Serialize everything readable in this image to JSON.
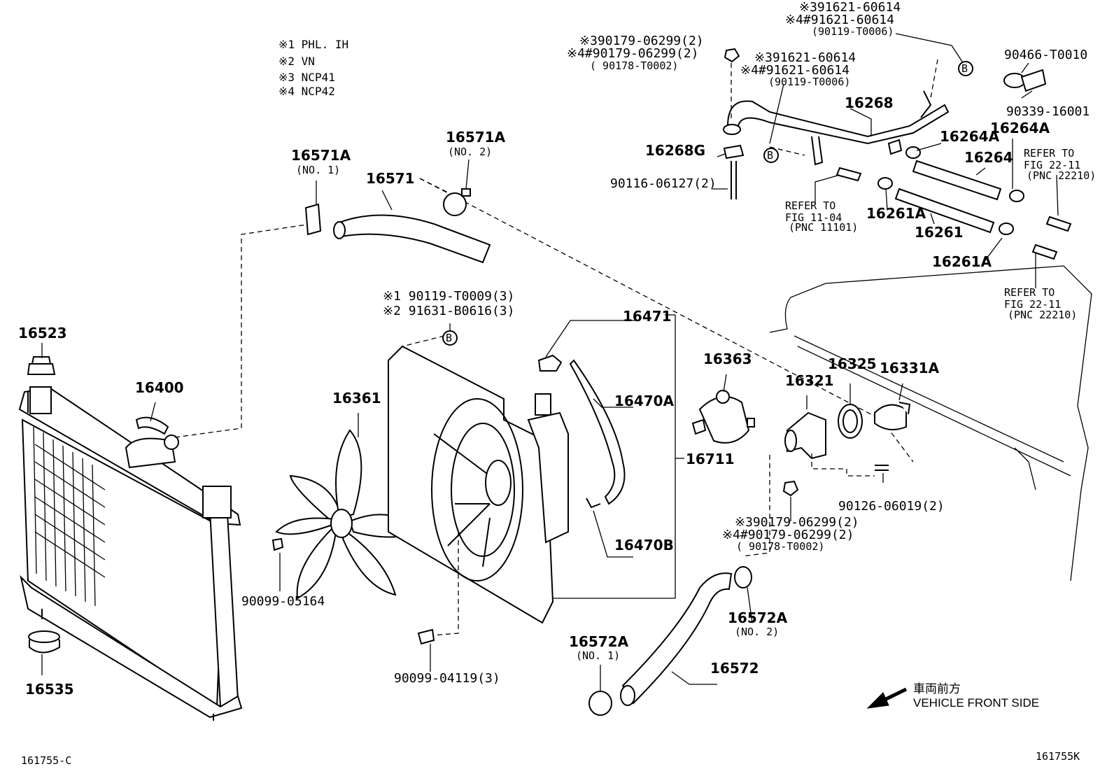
{
  "notes": [
    "※1 PHL. IH",
    "※2 VN",
    "※3 NCP41",
    "※4 NCP42"
  ],
  "parts": {
    "p16523": "16523",
    "p16400": "16400",
    "p16535": "16535",
    "p16571A_1": "16571A",
    "p16571A_1_sub": "(NO. 1)",
    "p16571": "16571",
    "p16571A_2": "16571A",
    "p16571A_2_sub": "(NO. 2)",
    "p16361": "16361",
    "p90099_05164": "90099-05164",
    "b_bolt_line1": "※1 90119-T0009(3)",
    "b_bolt_line2": "※2 91631-B0616(3)",
    "p16471": "16471",
    "p16470A": "16470A",
    "p16470B": "16470B",
    "p16711": "16711",
    "p90099_04119": "90099-04119(3)",
    "p16363": "16363",
    "p16321": "16321",
    "p16325": "16325",
    "p16331A": "16331A",
    "p90126": "90126-06019(2)",
    "nut_mid_1": "※390179-06299(2)",
    "nut_mid_2": "※4#90179-06299(2)",
    "nut_mid_3": "( 90178-T0002)",
    "p16572A_2": "16572A",
    "p16572A_2_sub": "(NO. 2)",
    "p16572A_1": "16572A",
    "p16572A_1_sub": "(NO. 1)",
    "p16572": "16572",
    "nut_top_1": "※390179-06299(2)",
    "nut_top_2": "※4#90179-06299(2)",
    "nut_top_3": "( 90178-T0002)",
    "bolt_top_1": "※391621-60614",
    "bolt_top_2": "※4#91621-60614",
    "bolt_top_3": "(90119-T0006)",
    "bolt_tr_1": "※391621-60614",
    "bolt_tr_2": "※4#91621-60614",
    "bolt_tr_3": "(90119-T0006)",
    "p16268": "16268",
    "p16268G": "16268G",
    "p90116": "90116-06127(2)",
    "p90466": "90466-T0010",
    "p90339": "90339-16001",
    "p16264A_1": "16264A",
    "p16264A_2": "16264A",
    "p16264": "16264",
    "p16261A_1": "16261A",
    "p16261": "16261",
    "p16261A_2": "16261A",
    "ref1_1": "REFER TO",
    "ref1_2": "FIG 11-04",
    "ref1_3": "(PNC 11101)",
    "ref2_1": "REFER TO",
    "ref2_2": "FIG 22-11",
    "ref2_3": "(PNC 22210)",
    "ref3_1": "REFER TO",
    "ref3_2": "FIG 22-11",
    "ref3_3": "(PNC 22210)",
    "callout_b": "B"
  },
  "direction": {
    "jp": "車両前方",
    "en": "VEHICLE FRONT SIDE"
  },
  "codes": {
    "left": "161755-C",
    "right": "161755K"
  }
}
